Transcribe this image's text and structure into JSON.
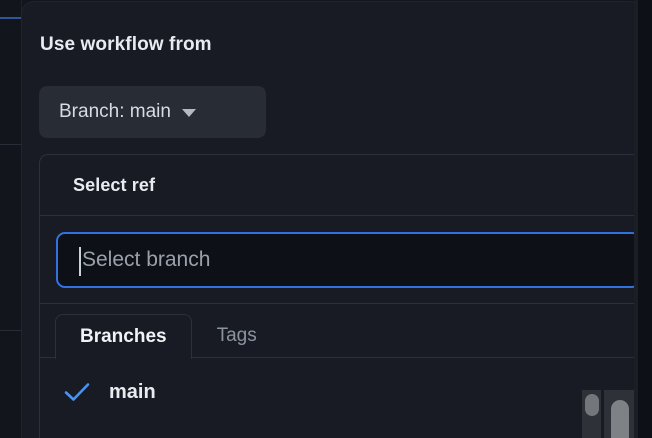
{
  "theme": {
    "page_background": "#12151c",
    "dialog_background": "#181b23",
    "input_background": "#0d1117",
    "border": "#2b313c",
    "accent_blue": "#3272e0",
    "check_blue": "#4493f8",
    "text_primary": "#e8ebf0",
    "text_muted": "#8b949e",
    "button_background": "#282c35"
  },
  "dialog": {
    "title": "Use workflow from",
    "branch_trigger": {
      "label": "Branch: main",
      "caret_icon": "chevron-down-icon"
    }
  },
  "ref_panel": {
    "header_title": "Select ref",
    "search": {
      "placeholder": "Select branch",
      "value": "",
      "focused": true,
      "caret_visible": true
    },
    "tabs": [
      {
        "label": "Branches",
        "selected": true
      },
      {
        "label": "Tags",
        "selected": false
      }
    ],
    "items": [
      {
        "label": "main",
        "selected": true,
        "check_icon": "check-icon"
      }
    ]
  },
  "scrollbars": {
    "inner_list": {
      "name": "inner-list-scrollbar",
      "thumb_color": "#73777c"
    },
    "page": {
      "name": "page-scrollbar",
      "thumb_color": "#7e8186"
    }
  }
}
